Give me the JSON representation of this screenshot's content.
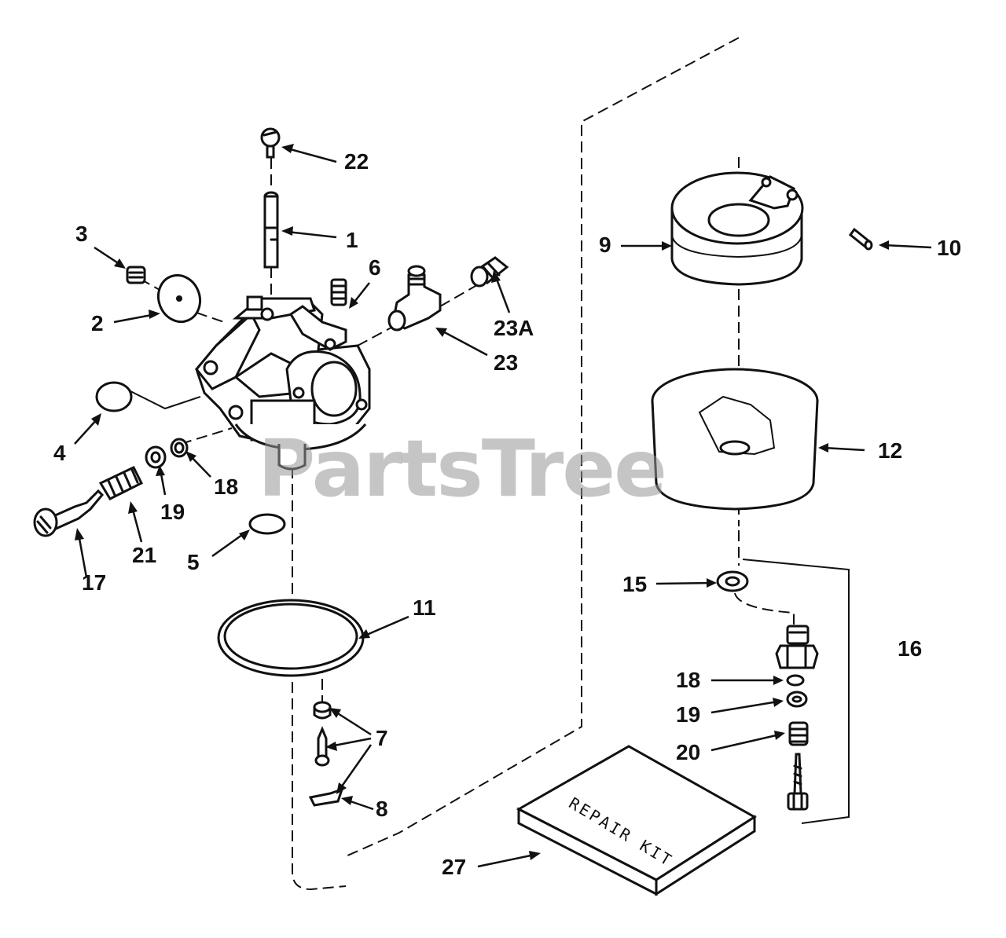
{
  "watermark": "PartsTree",
  "kit_label": "REPAIR KIT",
  "callouts": {
    "c1": "1",
    "c2": "2",
    "c3": "3",
    "c4": "4",
    "c5": "5",
    "c6": "6",
    "c7": "7",
    "c8": "8",
    "c9": "9",
    "c10": "10",
    "c11": "11",
    "c12": "12",
    "c15": "15",
    "c16": "16",
    "c17": "17",
    "c18a": "18",
    "c18b": "18",
    "c19a": "19",
    "c19b": "19",
    "c20": "20",
    "c21": "21",
    "c22": "22",
    "c23": "23",
    "c23a": "23A",
    "c27": "27"
  }
}
